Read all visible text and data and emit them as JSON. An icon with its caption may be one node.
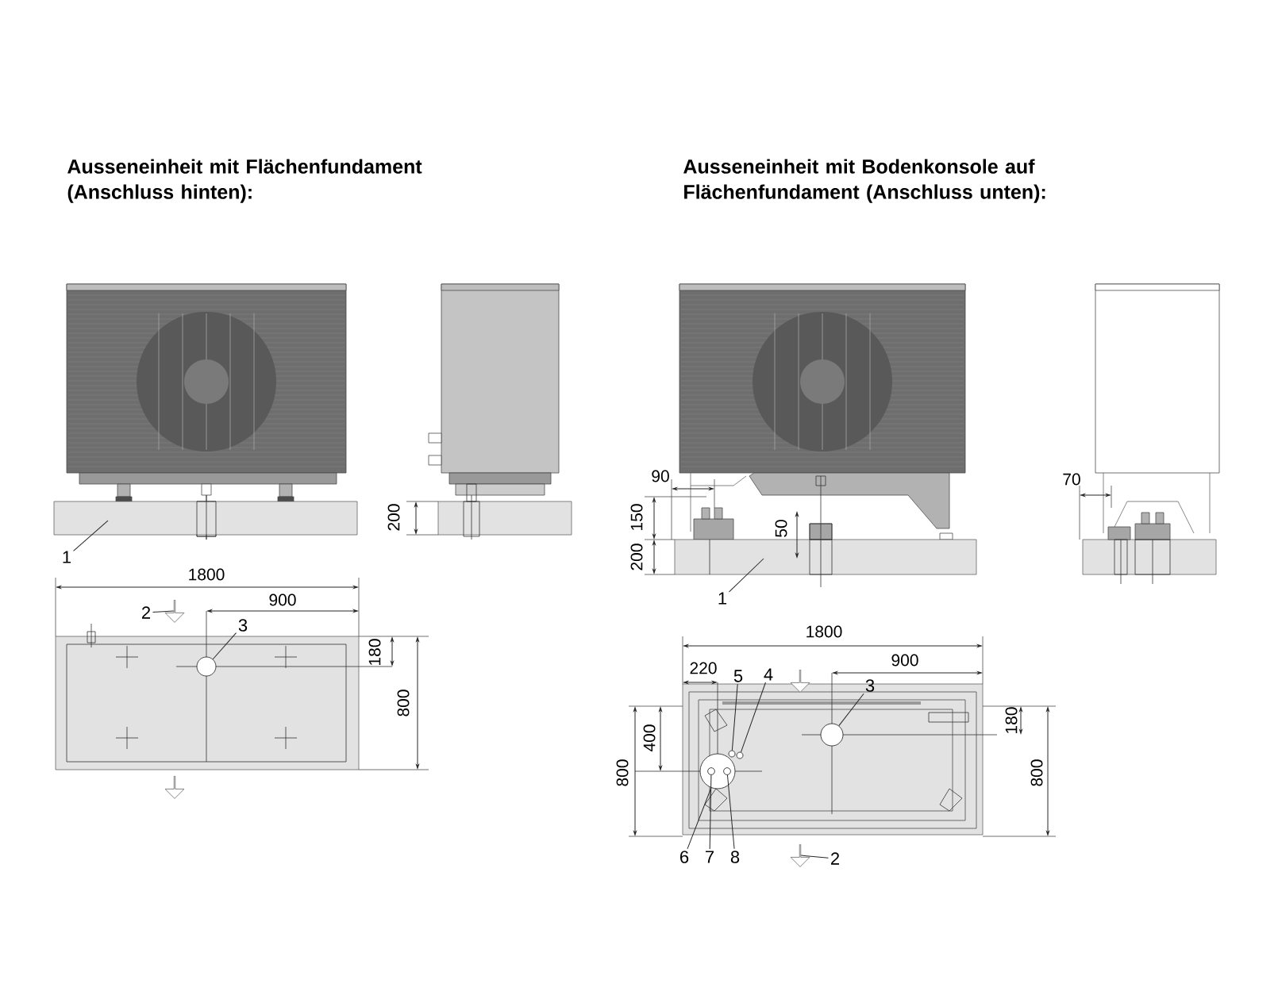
{
  "diagram": {
    "nodes": [
      {
        "text": [
          "1"
        ]
      },
      {
        "text": [
          "2"
        ]
      },
      {
        "text": [
          "3"
        ]
      },
      {
        "text": [
          "1"
        ]
      },
      {
        "text": [
          "5"
        ]
      },
      {
        "text": [
          "4"
        ]
      },
      {
        "text": [
          "3"
        ]
      },
      {
        "text": [
          "6"
        ]
      },
      {
        "text": [
          "7"
        ]
      },
      {
        "text": [
          "8"
        ]
      },
      {
        "text": [
          "2"
        ]
      },
      {
        "text": [],
        "shape": "box"
      },
      {
        "text": [],
        "shape": "arrow"
      },
      {
        "text": [],
        "shape": "circle"
      },
      {
        "text": [],
        "shape": "box"
      },
      {
        "text": [],
        "shape": "circle"
      },
      {
        "text": [],
        "shape": "circle"
      },
      {
        "text": [],
        "shape": "circle"
      },
      {
        "text": [],
        "shape": "circle"
      },
      {
        "text": [],
        "shape": "circle",
        "in": 18
      },
      {
        "text": [],
        "shape": "circle",
        "in": 18
      },
      {
        "text": [],
        "shape": "arrow"
      },
      {
        "text": [],
        "shape": "arrow"
      },
      {
        "text": [],
        "shape": "arrow"
      }
    ],
    "edges": [
      {
        "from": 0,
        "to": 11,
        "arrow": "none"
      },
      {
        "from": 1,
        "to": 12,
        "arrow": "none"
      },
      {
        "from": 2,
        "to": 13,
        "arrow": "none"
      },
      {
        "from": 3,
        "to": 14,
        "arrow": "none"
      },
      {
        "from": 4,
        "to": 15,
        "arrow": "none"
      },
      {
        "from": 5,
        "to": 16,
        "arrow": "none"
      },
      {
        "from": 6,
        "to": 17,
        "arrow": "none"
      },
      {
        "from": 7,
        "to": 18,
        "arrow": "none"
      },
      {
        "from": 8,
        "to": 19,
        "arrow": "none"
      },
      {
        "from": 9,
        "to": 20,
        "arrow": "none"
      },
      {
        "from": 10,
        "to": 21,
        "arrow": "none"
      }
    ],
    "labels": [
      "Ausseneinheit mit Flächenfundament (Anschluss hinten):",
      "Ausseneinheit mit Bodenkonsole auf Flächenfundament (Anschluss unten):",
      "200",
      "1800",
      "900",
      "180",
      "800",
      "90",
      "150",
      "50",
      "200",
      "70",
      "1800",
      "220",
      "900",
      "400",
      "180",
      "800",
      "800"
    ]
  }
}
